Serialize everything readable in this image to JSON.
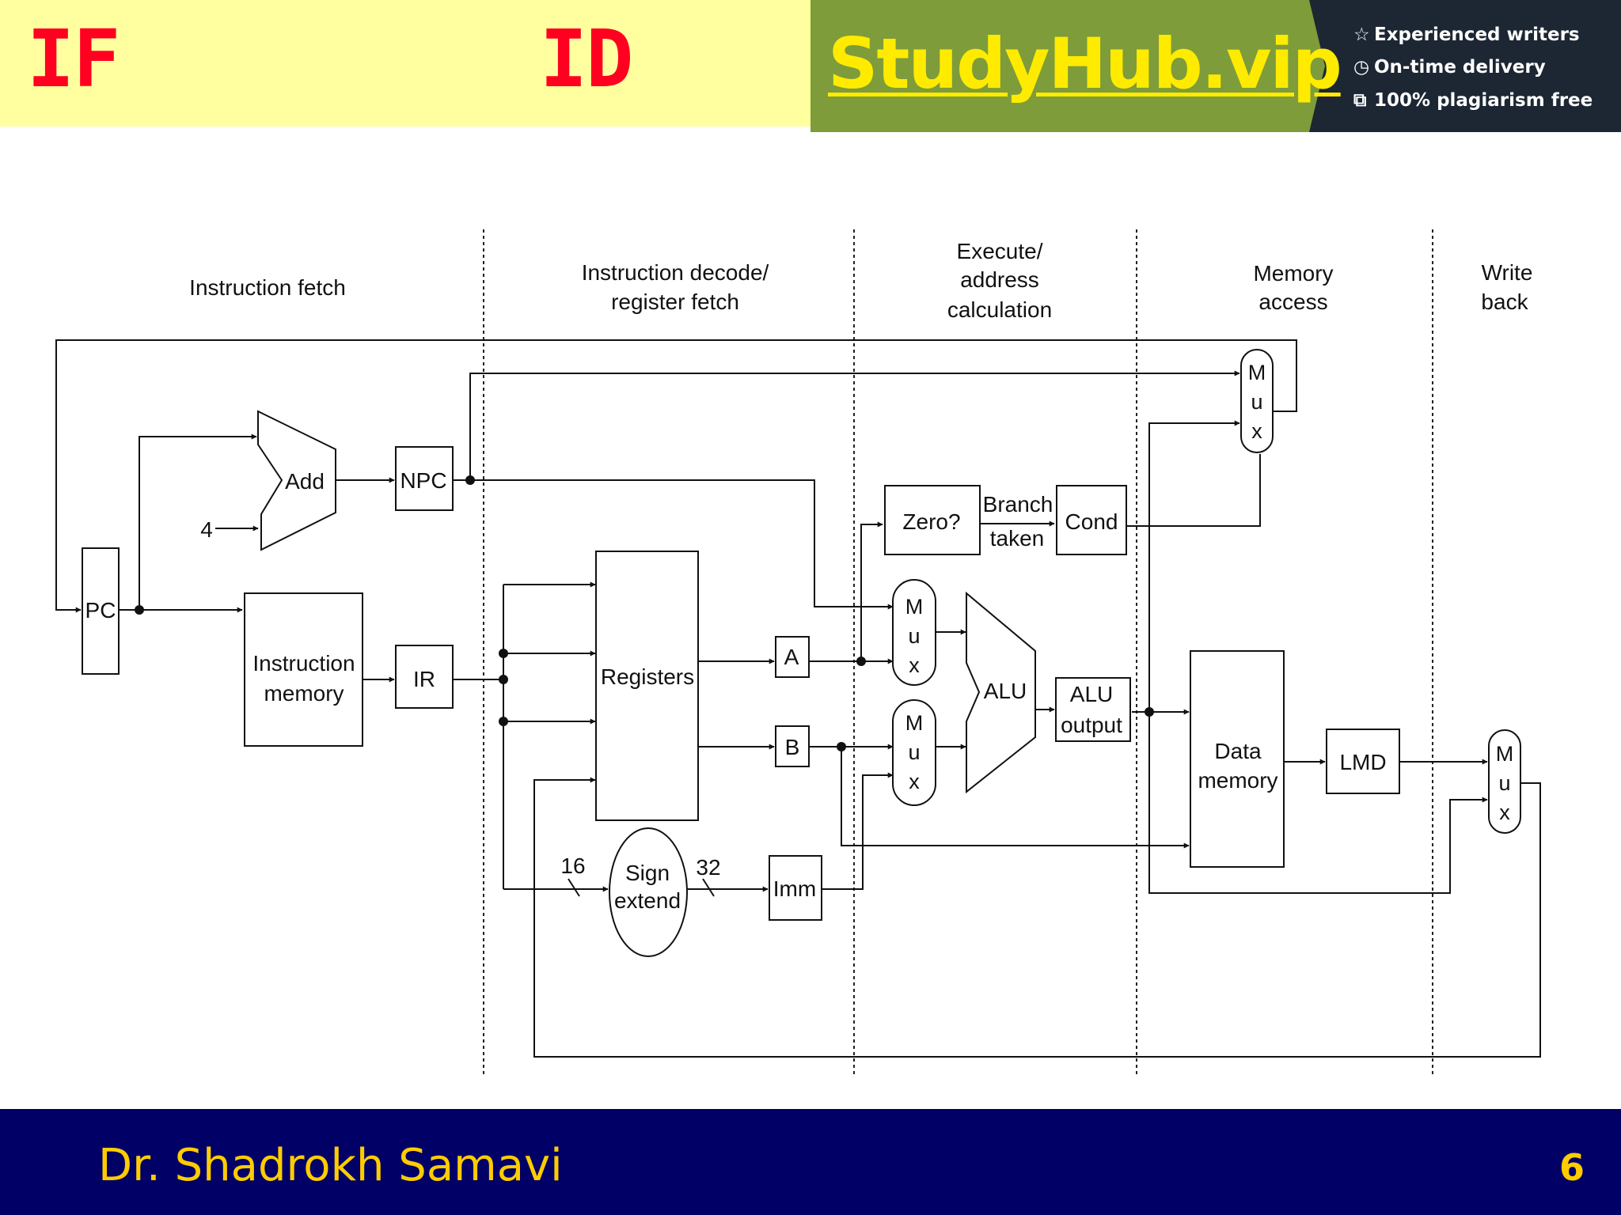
{
  "header": {
    "stage_left": "IF",
    "stage_right": "ID"
  },
  "ad": {
    "brand": "StudyHub.vip",
    "features": [
      {
        "icon": "star-icon",
        "text": "Experienced writers"
      },
      {
        "icon": "clock-icon",
        "text": "On-time delivery"
      },
      {
        "icon": "copy-icon",
        "text": "100% plagiarism free"
      }
    ]
  },
  "diagram": {
    "stages": {
      "fetch": "Instruction fetch",
      "decode": [
        "Instruction decode/",
        "register fetch"
      ],
      "execute": [
        "Execute/",
        "address",
        "calculation"
      ],
      "memory": [
        "Memory",
        "access"
      ],
      "writeback": [
        "Write",
        "back"
      ]
    },
    "blocks": {
      "pc": "PC",
      "add": "Add",
      "four": "4",
      "npc": "NPC",
      "instruction_memory": [
        "Instruction",
        "memory"
      ],
      "ir": "IR",
      "registers": "Registers",
      "a": "A",
      "b": "B",
      "sign_extend": [
        "Sign",
        "extend"
      ],
      "bits_in": "16",
      "bits_out": "32",
      "imm": "Imm",
      "zero": "Zero?",
      "branch_taken": [
        "Branch",
        "taken"
      ],
      "cond": "Cond",
      "alu": "ALU",
      "alu_output": [
        "ALU",
        "output"
      ],
      "data_memory": [
        "Data",
        "memory"
      ],
      "lmd": "LMD",
      "mux": [
        "M",
        "u",
        "x"
      ]
    }
  },
  "footer": {
    "author": "Dr. Shadrokh Samavi",
    "page": "6"
  }
}
